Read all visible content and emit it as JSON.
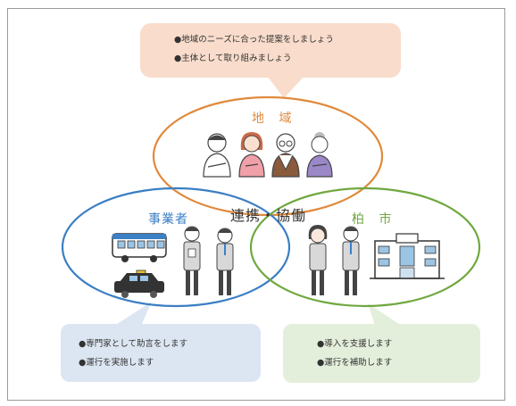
{
  "top_bubble": {
    "lines": [
      "●地域のニーズに合った提案をしましょう",
      "●主体として取り組みましょう"
    ]
  },
  "circles": {
    "region": {
      "label": "地 域",
      "color": "#e08a3c"
    },
    "business": {
      "label": "事業者",
      "color": "#3b7fc4"
    },
    "city": {
      "label": "柏 市",
      "color": "#70a840"
    }
  },
  "center_label": "連携・協働",
  "left_bubble": {
    "lines": [
      "●専門家として助言をします",
      "●運行を実施します"
    ]
  },
  "right_bubble": {
    "lines": [
      "●導入を支援します",
      "●運行を補助します"
    ]
  },
  "icons": {
    "region": [
      "resident-man-icon",
      "resident-woman-icon",
      "elderly-man-icon",
      "elderly-woman-icon"
    ],
    "business": [
      "bus-icon",
      "taxi-icon",
      "business-woman-icon",
      "business-man-icon"
    ],
    "city": [
      "city-official-woman-icon",
      "city-official-man-icon",
      "city-hall-icon"
    ]
  }
}
